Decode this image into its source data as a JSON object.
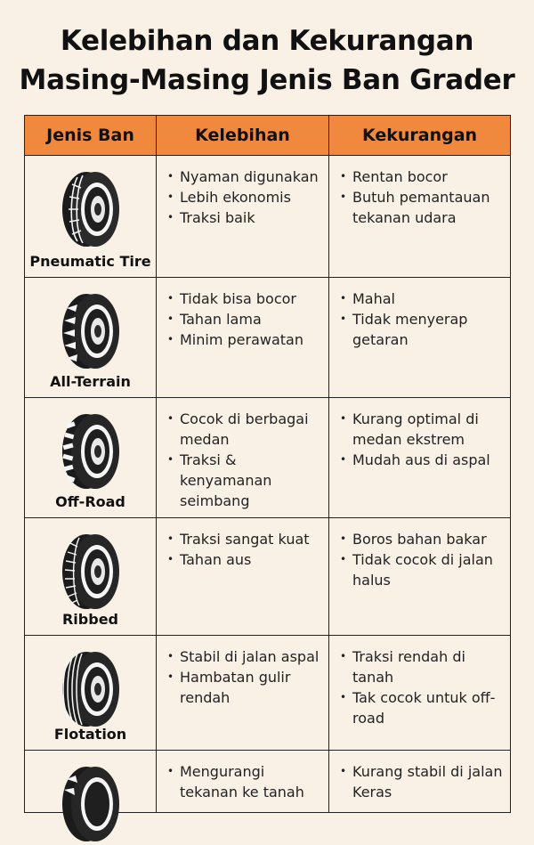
{
  "title": {
    "line1": "Kelebihan dan Kekurangan",
    "line2": "Masing-Masing Jenis Ban Grader"
  },
  "table": {
    "headers": [
      "Jenis Ban",
      "Kelebihan",
      "Kekurangan"
    ],
    "rows": [
      {
        "name": "Pneumatic Tire",
        "icon": "pneumatic-tire-icon",
        "pros": [
          "Nyaman digunakan",
          "Lebih ekonomis",
          "Traksi baik"
        ],
        "cons": [
          "Rentan bocor",
          "Butuh pemantauan tekanan udara"
        ]
      },
      {
        "name": "All-Terrain",
        "icon": "all-terrain-tire-icon",
        "pros": [
          "Tidak bisa bocor",
          "Tahan lama",
          "Minim perawatan"
        ],
        "cons": [
          "Mahal",
          "Tidak menyerap getaran"
        ]
      },
      {
        "name": "Off-Road",
        "icon": "off-road-tire-icon",
        "pros": [
          "Cocok di berbagai medan",
          "Traksi & kenyamanan seimbang"
        ],
        "cons": [
          "Kurang optimal di medan ekstrem",
          "Mudah aus di aspal"
        ]
      },
      {
        "name": "Ribbed",
        "icon": "ribbed-tire-icon",
        "pros": [
          "Traksi sangat kuat",
          "Tahan aus"
        ],
        "cons": [
          "Boros bahan bakar",
          "Tidak cocok di jalan halus"
        ]
      },
      {
        "name": "Flotation",
        "icon": "flotation-tire-icon",
        "pros": [
          "Stabil di jalan aspal",
          "Hambatan gulir rendah"
        ],
        "cons": [
          "Traksi rendah di tanah",
          "Tak cocok untuk off-road"
        ]
      },
      {
        "name": "",
        "icon": "lug-tire-icon",
        "pros": [
          "Mengurangi tekanan ke tanah"
        ],
        "cons": [
          "Kurang stabil di jalan Keras"
        ]
      }
    ]
  }
}
